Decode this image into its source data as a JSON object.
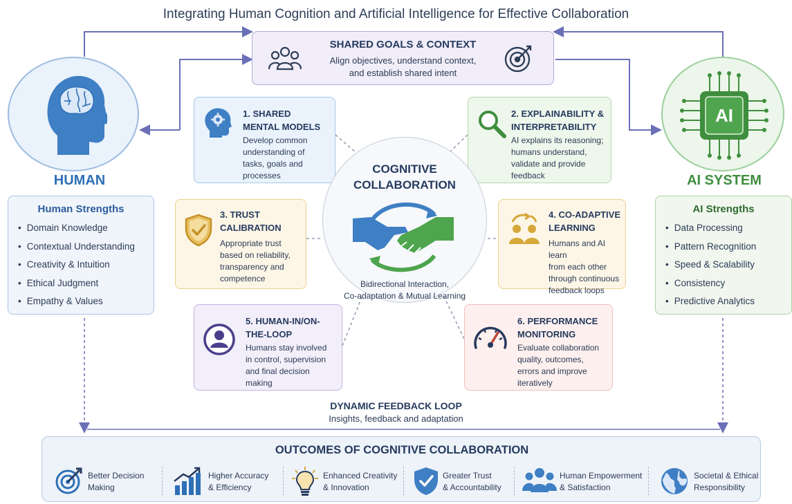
{
  "title": "Integrating Human Cognition and Artificial Intelligence for Effective Collaboration",
  "shared_goals": {
    "title": "SHARED GOALS & CONTEXT",
    "lines": [
      "Align objectives, understand context,",
      "and establish shared intent"
    ],
    "left_icon": "people-group-icon",
    "right_icon": "target-icon"
  },
  "human": {
    "title": "HUMAN",
    "icon": "human-head-brain-icon",
    "strengths_title": "Human Strengths",
    "strengths": [
      "Domain Knowledge",
      "Contextual Understanding",
      "Creativity & Intuition",
      "Ethical Judgment",
      "Empathy & Values"
    ]
  },
  "ai": {
    "title": "AI SYSTEM",
    "chip_label": "AI",
    "icon": "ai-chip-icon",
    "strengths_title": "AI Strengths",
    "strengths": [
      "Data Processing",
      "Pattern Recognition",
      "Speed & Scalability",
      "Consistency",
      "Predictive Analytics"
    ]
  },
  "center": {
    "title_lines": [
      "COGNITIVE",
      "COLLABORATION"
    ],
    "desc_lines": [
      "Bidirectional Interaction,",
      "Co-adaptation & Mutual Learning"
    ],
    "icon": "handshake-icon"
  },
  "cards": [
    {
      "title_lines": [
        "1. SHARED",
        "MENTAL MODELS"
      ],
      "desc_lines": [
        "Develop common",
        "understanding of",
        "tasks, goals  and",
        "processes"
      ],
      "icon": "head-gear-icon"
    },
    {
      "title_lines": [
        "2. EXPLAINABILITY &",
        "INTERPRETABILITY"
      ],
      "desc_lines": [
        "AI explains its reasoning;",
        "humans understand,",
        "validate and provide",
        "feedback"
      ],
      "icon": "magnifier-icon"
    },
    {
      "title_lines": [
        "3. TRUST",
        "CALIBRATION"
      ],
      "desc_lines": [
        "Appropriate trust",
        "based on reliability,",
        "transparency and",
        "competence"
      ],
      "icon": "shield-check-icon"
    },
    {
      "title_lines": [
        "4. CO-ADAPTIVE",
        "LEARNING"
      ],
      "desc_lines": [
        "Humans and AI learn",
        "from each other",
        "through continuous",
        "feedback loops"
      ],
      "icon": "people-cycle-icon"
    },
    {
      "title_lines": [
        "5. HUMAN-IN/ON-",
        "THE-LOOP"
      ],
      "desc_lines": [
        "Humans stay involved",
        "in control, supervision",
        "and final decision",
        "making"
      ],
      "icon": "user-circle-icon"
    },
    {
      "title_lines": [
        "6. PERFORMANCE",
        "MONITORING"
      ],
      "desc_lines": [
        "Evaluate collaboration",
        "quality, outcomes,",
        "errors and improve",
        "iteratively"
      ],
      "icon": "gauge-icon"
    }
  ],
  "feedback_loop": {
    "title": "DYNAMIC FEEDBACK LOOP",
    "subtitle": "Insights, feedback and adaptation"
  },
  "outcomes": {
    "title": "OUTCOMES OF COGNITIVE COLLABORATION",
    "items": [
      {
        "lines": [
          "Better Decision",
          "Making"
        ],
        "icon": "target-arrow-icon"
      },
      {
        "lines": [
          "Higher Accuracy",
          "& Efficiency"
        ],
        "icon": "bar-chart-icon"
      },
      {
        "lines": [
          "Enhanced Creativity",
          "& Innovation"
        ],
        "icon": "lightbulb-icon"
      },
      {
        "lines": [
          "Greater Trust",
          "& Accountability"
        ],
        "icon": "shield-check-icon"
      },
      {
        "lines": [
          "Human Empowerment",
          "& Satisfaction"
        ],
        "icon": "people-group-icon"
      },
      {
        "lines": [
          "Societal & Ethical",
          "Responsibility"
        ],
        "icon": "globe-icon"
      }
    ]
  },
  "colors": {
    "human_blue": "#2e6fb7",
    "ai_green": "#3f8e3f",
    "navy": "#263a5e",
    "trust_gold": "#d6a73a",
    "loop_purple": "#4a3f8c",
    "performance_red": "#b8473a"
  }
}
